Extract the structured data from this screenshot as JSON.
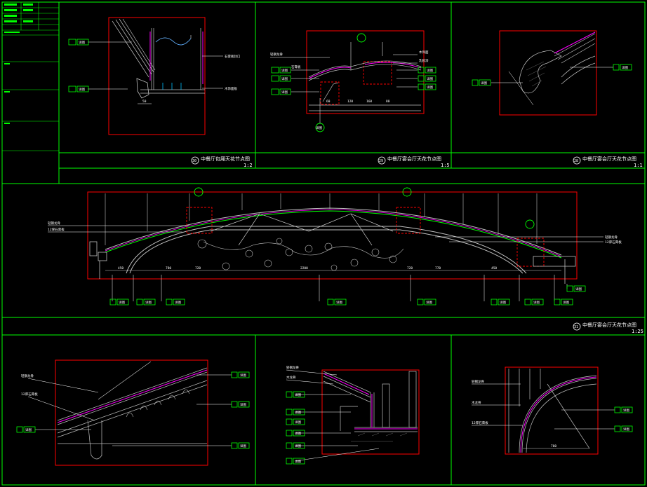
{
  "colors": {
    "background": "#000000",
    "frame": "#00ff00",
    "detail_box": "#ff0000",
    "structure": "#c0c0c0",
    "accent_magenta": "#ff00ff",
    "leader": "#ffffff",
    "hatch": "#808080"
  },
  "title_block": {
    "rows": [
      "",
      "",
      "",
      "",
      "",
      ""
    ]
  },
  "panels": {
    "p1": {
      "title": "中餐厅包厢天花节点图",
      "scale": "1:2",
      "number": "30",
      "leaders": [
        "石膏板封口",
        "木饰面板"
      ],
      "tags": [
        "详图",
        "详图"
      ],
      "dim": "50"
    },
    "p2": {
      "title": "中餐厅宴会厅天花节点图",
      "scale": "1:5",
      "number": "29",
      "leaders": [
        "轻钢龙骨",
        "石膏板",
        "木饰面",
        "乳胶漆"
      ],
      "tags": [
        "详图",
        "详图",
        "详图",
        "详图",
        "详图",
        "详图",
        "详图"
      ],
      "dims": [
        "60",
        "120",
        "160",
        "80"
      ]
    },
    "p3": {
      "title": "中餐厅宴会厅天花节点图",
      "scale": "1:1",
      "number": "28",
      "tags": [
        "详图",
        "详图"
      ]
    },
    "main": {
      "title": "中餐厅宴会厅天花节点图",
      "scale": "1:25",
      "number": "31",
      "leaders_left": [
        "轻钢龙骨",
        "12厚石膏板"
      ],
      "leaders_right": [
        "轻钢龙骨",
        "12厚石膏板"
      ],
      "dims": [
        "450",
        "780",
        "720",
        "2200",
        "720",
        "770",
        "450"
      ],
      "tags": [
        "详图",
        "详图",
        "详图",
        "详图",
        "详图",
        "详图",
        "详图",
        "详图",
        "详图"
      ]
    },
    "p5": {
      "leaders": [
        "轻钢龙骨",
        "12厚石膏板"
      ],
      "tags": [
        "详图",
        "详图",
        "详图",
        "详图"
      ]
    },
    "p6": {
      "leaders": [
        "轻钢龙骨",
        "木龙骨"
      ],
      "tags": [
        "详图",
        "详图",
        "详图",
        "详图",
        "详图",
        "详图"
      ]
    },
    "p7": {
      "leaders": [
        "轻钢龙骨",
        "木龙骨",
        "12厚石膏板"
      ],
      "tags": [
        "详图",
        "详图"
      ],
      "dim": "780"
    }
  }
}
